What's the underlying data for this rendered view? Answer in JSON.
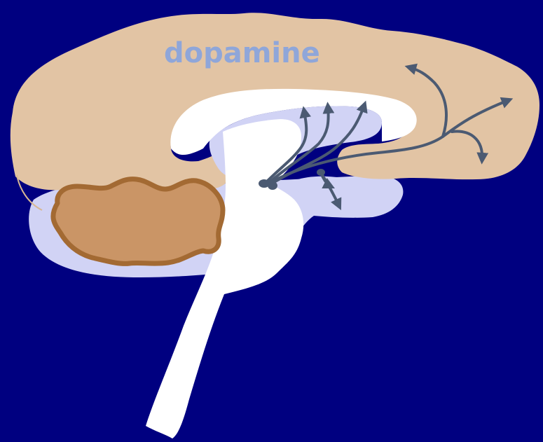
{
  "slide": {
    "label": "dopamine"
  },
  "colors": {
    "background": "#000080",
    "cortex": "#E2C4A4",
    "cortex_shadow": "#D8B894",
    "cerebellum_fill": "#CA9566",
    "cerebellum_outline": "#A36A33",
    "white_matter": "#FFFFFF",
    "lavender": "#D1D3F5",
    "pathway": "#4B5A72",
    "label_color": "#8FA6D9"
  },
  "icons": {
    "cortex": "brain-cortex",
    "cerebellum": "cerebellum",
    "brainstem": "brainstem",
    "pathway": "dopamine-pathway-arrows"
  }
}
